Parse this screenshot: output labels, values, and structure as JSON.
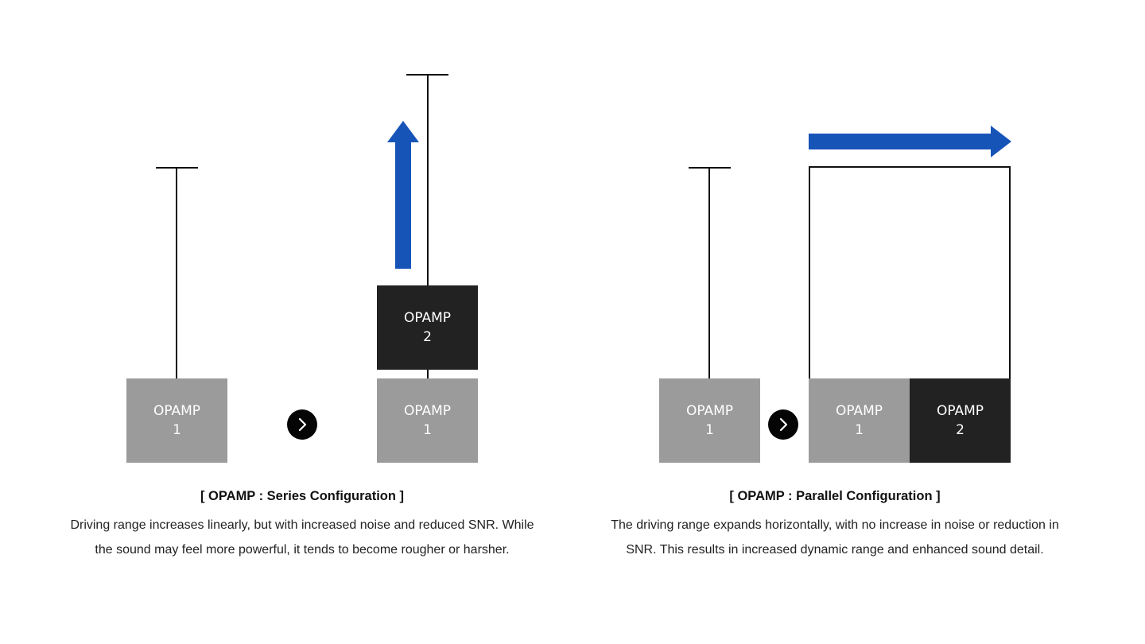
{
  "colors": {
    "arrow": "#1754b8",
    "opamp_gray": "#9b9b9b",
    "opamp_dark": "#222222",
    "line": "#111111"
  },
  "series": {
    "before_opamp": {
      "name": "OPAMP",
      "number": "1"
    },
    "after_top": {
      "name": "OPAMP",
      "number": "2"
    },
    "after_bottom": {
      "name": "OPAMP",
      "number": "1"
    },
    "next_icon": "chevron-right-icon",
    "arrow_icon": "arrow-up-icon",
    "caption": "[ OPAMP : Series Configuration ]",
    "desc_line1": "Driving range increases linearly, but with increased noise and reduced SNR. While",
    "desc_line2": "the sound may feel more powerful, it tends to become rougher or harsher."
  },
  "parallel": {
    "before_opamp": {
      "name": "OPAMP",
      "number": "1"
    },
    "after_left": {
      "name": "OPAMP",
      "number": "1"
    },
    "after_right": {
      "name": "OPAMP",
      "number": "2"
    },
    "next_icon": "chevron-right-icon",
    "arrow_icon": "arrow-right-icon",
    "caption": "[ OPAMP : Parallel Configuration ]",
    "desc_line1": "The driving range expands horizontally, with no increase in noise or reduction in",
    "desc_line2": "SNR. This results in increased dynamic range and enhanced sound detail."
  }
}
